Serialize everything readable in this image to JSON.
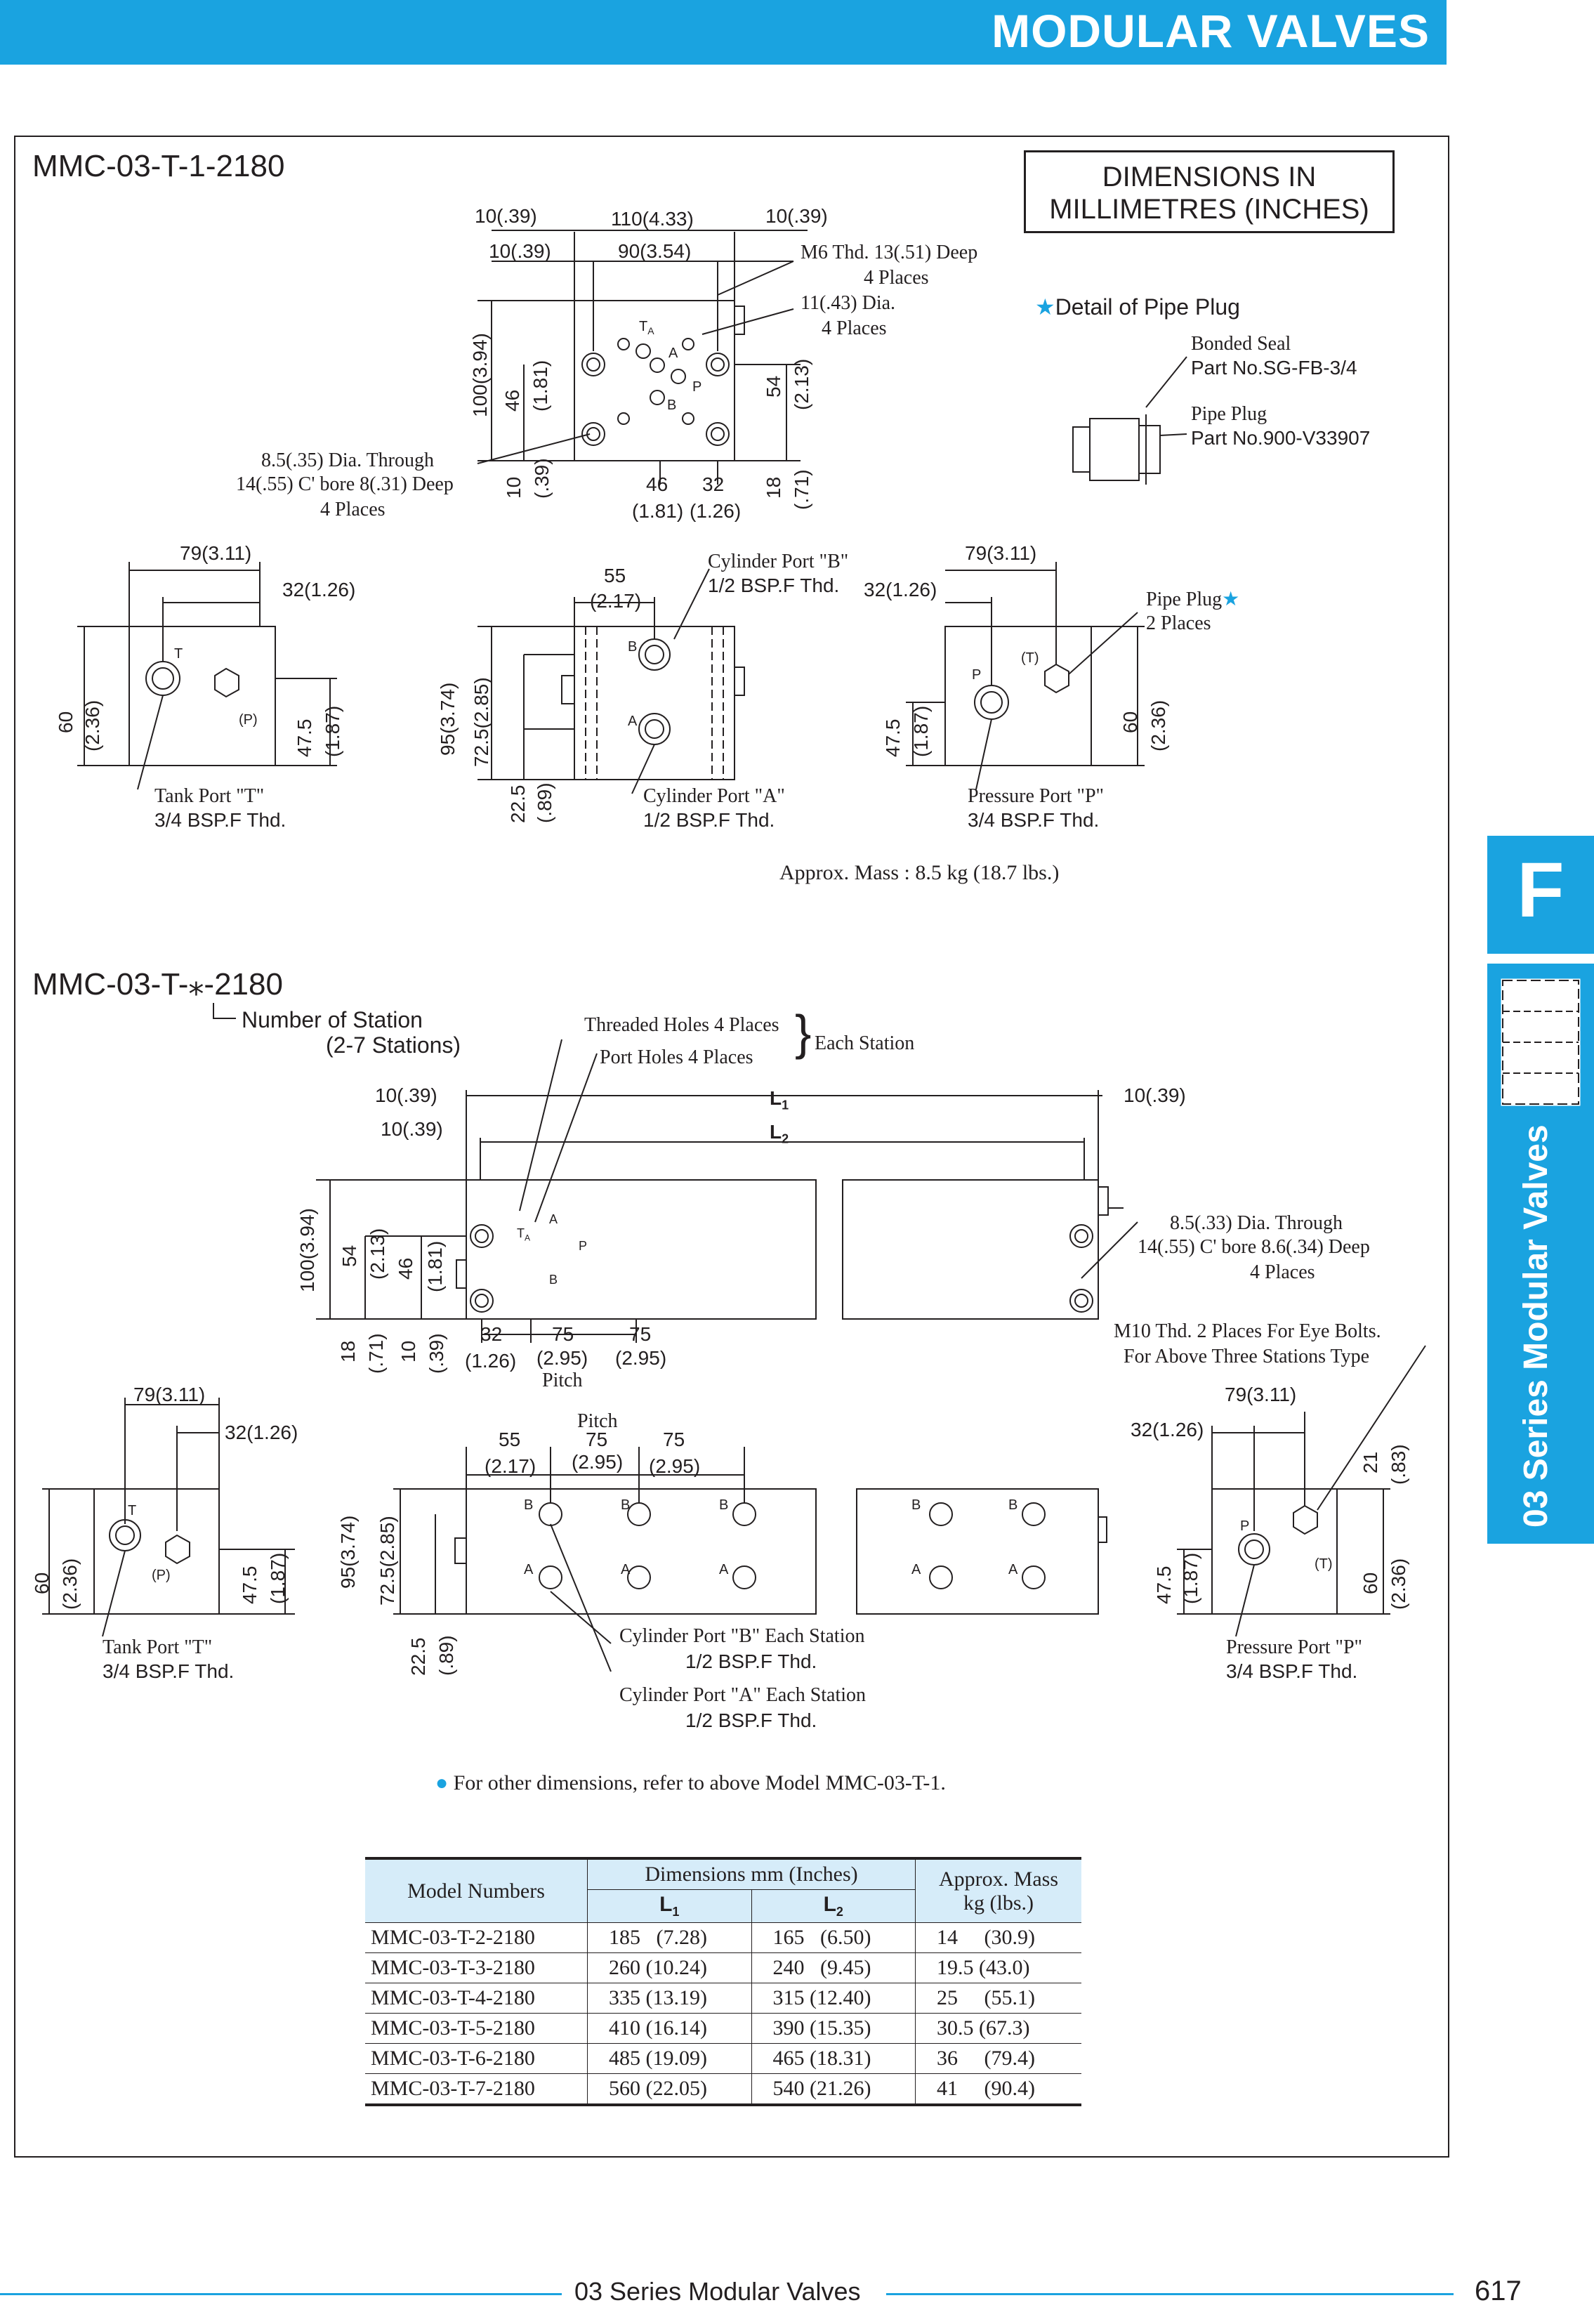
{
  "header": {
    "title": "MODULAR VALVES"
  },
  "side_tab": {
    "letter": "F",
    "label": "03 Series Modular Valves"
  },
  "dimensions_note": {
    "line1": "DIMENSIONS IN",
    "line2": "MILLIMETRES (INCHES)"
  },
  "section1": {
    "model": "MMC-03-T-1-2180",
    "top_dims": {
      "d1": "10(.39)",
      "d2": "110(4.33)",
      "d3": "10(.39)",
      "d4": "10(.39)",
      "d5": "90(3.54)",
      "v100": "100(3.94)",
      "v46a": "46",
      "v46b": "(1.81)",
      "v54a": "54",
      "v54b": "(2.13)",
      "v10a": "10",
      "v10b": "(.39)",
      "v18a": "18",
      "v18b": "(.71)",
      "h46a": "46",
      "h46b": "(1.81)",
      "h32a": "32",
      "h32b": "(1.26)",
      "ta": "T",
      "ta_sub": "A",
      "a": "A",
      "p": "P",
      "b": "B"
    },
    "callouts": {
      "m6_l1": "M6 Thd. 13(.51) Deep",
      "m6_l2": "4 Places",
      "dia11_l1": "11(.43) Dia.",
      "dia11_l2": "4 Places",
      "thru_l1": "8.5(.35) Dia. Through",
      "thru_l2": "14(.55) C' bore 8(.31) Deep",
      "thru_l3": "4 Places"
    },
    "pipe_plug_detail": {
      "title": "Detail of Pipe Plug",
      "seal_l1": "Bonded Seal",
      "seal_l2": "Part No.SG-FB-3/4",
      "plug_l1": "Pipe Plug",
      "plug_l2": "Part No.900-V33907"
    },
    "left_view": {
      "d79": "79(3.11)",
      "d32": "32(1.26)",
      "v60a": "60",
      "v60b": "(2.36)",
      "v475a": "47.5",
      "v475b": "(1.87)",
      "t": "T",
      "p": "(P)",
      "port_l1": "Tank Port \"T\"",
      "port_l2": "3/4 BSP.F Thd."
    },
    "front_view": {
      "d55a": "55",
      "d55b": "(2.17)",
      "v95": "95(3.74)",
      "v725": "72.5(2.85)",
      "v225a": "22.5",
      "v225b": "(.89)",
      "b": "B",
      "a": "A",
      "cylb_l1": "Cylinder Port \"B\"",
      "cylb_l2": "1/2 BSP.F Thd.",
      "cyla_l1": "Cylinder Port \"A\"",
      "cyla_l2": "1/2 BSP.F Thd."
    },
    "right_view": {
      "d79": "79(3.11)",
      "d32": "32(1.26)",
      "v475a": "47.5",
      "v475b": "(1.87)",
      "v60a": "60",
      "v60b": "(2.36)",
      "t": "(T)",
      "p": "P",
      "plug_l1": "Pipe Plug",
      "plug_l2": "2 Places",
      "port_l1": "Pressure Port \"P\"",
      "port_l2": "3/4 BSP.F Thd."
    },
    "mass": "Approx. Mass : 8.5 kg (18.7 lbs.)"
  },
  "section2": {
    "model": "MMC-03-T-⁎-2180",
    "station_l1": "Number of Station",
    "station_l2": "(2-7 Stations)",
    "threaded": "Threaded Holes 4 Places",
    "port_holes": "Port Holes 4 Places",
    "each_station": "Each Station",
    "top_dims": {
      "d10a": "10(.39)",
      "l1": "L",
      "l1sub": "1",
      "d10c": "10(.39)",
      "d10b": "10(.39)",
      "l2": "L",
      "l2sub": "2",
      "v100": "100(3.94)",
      "v54a": "54",
      "v54b": "(2.13)",
      "v46a": "46",
      "v46b": "(1.81)",
      "v18a": "18",
      "v18b": "(.71)",
      "v10a": "10",
      "v10b": "(.39)",
      "h32a": "32",
      "h32b": "(1.26)",
      "h75a": "75",
      "h75b": "(2.95)",
      "h75c": "75",
      "h75d": "(2.95)",
      "pitch": "Pitch",
      "ta": "T",
      "ta_sub": "A",
      "a": "A",
      "p": "P",
      "b": "B"
    },
    "callouts": {
      "thru_l1": "8.5(.33) Dia. Through",
      "thru_l2": "14(.55) C' bore 8.6(.34) Deep",
      "thru_l3": "4 Places",
      "m10_l1": "M10 Thd. 2 Places For Eye Bolts.",
      "m10_l2": "For Above Three Stations Type"
    },
    "left_view": {
      "d79": "79(3.11)",
      "d32": "32(1.26)",
      "v60a": "60",
      "v60b": "(2.36)",
      "v475a": "47.5",
      "v475b": "(1.87)",
      "t": "T",
      "p": "(P)",
      "port_l1": "Tank Port \"T\"",
      "port_l2": "3/4 BSP.F Thd."
    },
    "front_view": {
      "pitch": "Pitch",
      "d55a": "55",
      "d55b": "(2.17)",
      "d75a": "75",
      "d75b": "(2.95)",
      "d75c": "75",
      "d75d": "(2.95)",
      "v95": "95(3.74)",
      "v725": "72.5(2.85)",
      "v225a": "22.5",
      "v225b": "(.89)",
      "b": "B",
      "a": "A",
      "cylb_l1": "Cylinder Port \"B\" Each Station",
      "cylb_l2": "1/2 BSP.F Thd.",
      "cyla_l1": "Cylinder Port \"A\" Each Station",
      "cyla_l2": "1/2 BSP.F Thd."
    },
    "right_view": {
      "d79": "79(3.11)",
      "d32": "32(1.26)",
      "v21a": "21",
      "v21b": "(.83)",
      "v475a": "47.5",
      "v475b": "(1.87)",
      "v60a": "60",
      "v60b": "(2.36)",
      "t": "(T)",
      "p": "P",
      "port_l1": "Pressure Port \"P\"",
      "port_l2": "3/4 BSP.F Thd."
    },
    "note": "For other dimensions, refer to above Model MMC-03-T-1."
  },
  "table": {
    "h_model": "Model Numbers",
    "h_dims": "Dimensions  mm (Inches)",
    "h_mass_l1": "Approx. Mass",
    "h_mass_l2": "kg (lbs.)",
    "h_l1": "L",
    "h_l1sub": "1",
    "h_l2": "L",
    "h_l2sub": "2",
    "rows": [
      {
        "model": "MMC-03-T-2-2180",
        "l1": "185   (7.28)",
        "l2": "165   (6.50)",
        "mass": "14     (30.9)"
      },
      {
        "model": "MMC-03-T-3-2180",
        "l1": "260 (10.24)",
        "l2": "240   (9.45)",
        "mass": "19.5 (43.0)"
      },
      {
        "model": "MMC-03-T-4-2180",
        "l1": "335 (13.19)",
        "l2": "315 (12.40)",
        "mass": "25     (55.1)"
      },
      {
        "model": "MMC-03-T-5-2180",
        "l1": "410 (16.14)",
        "l2": "390 (15.35)",
        "mass": "30.5 (67.3)"
      },
      {
        "model": "MMC-03-T-6-2180",
        "l1": "485 (19.09)",
        "l2": "465 (18.31)",
        "mass": "36     (79.4)"
      },
      {
        "model": "MMC-03-T-7-2180",
        "l1": "560 (22.05)",
        "l2": "540 (21.26)",
        "mass": "41     (90.4)"
      }
    ]
  },
  "footer": {
    "text": "03 Series Modular Valves",
    "page": "617"
  },
  "colors": {
    "accent": "#1aa3e0",
    "table_header": "#d6ecf9",
    "ink": "#231f20"
  }
}
